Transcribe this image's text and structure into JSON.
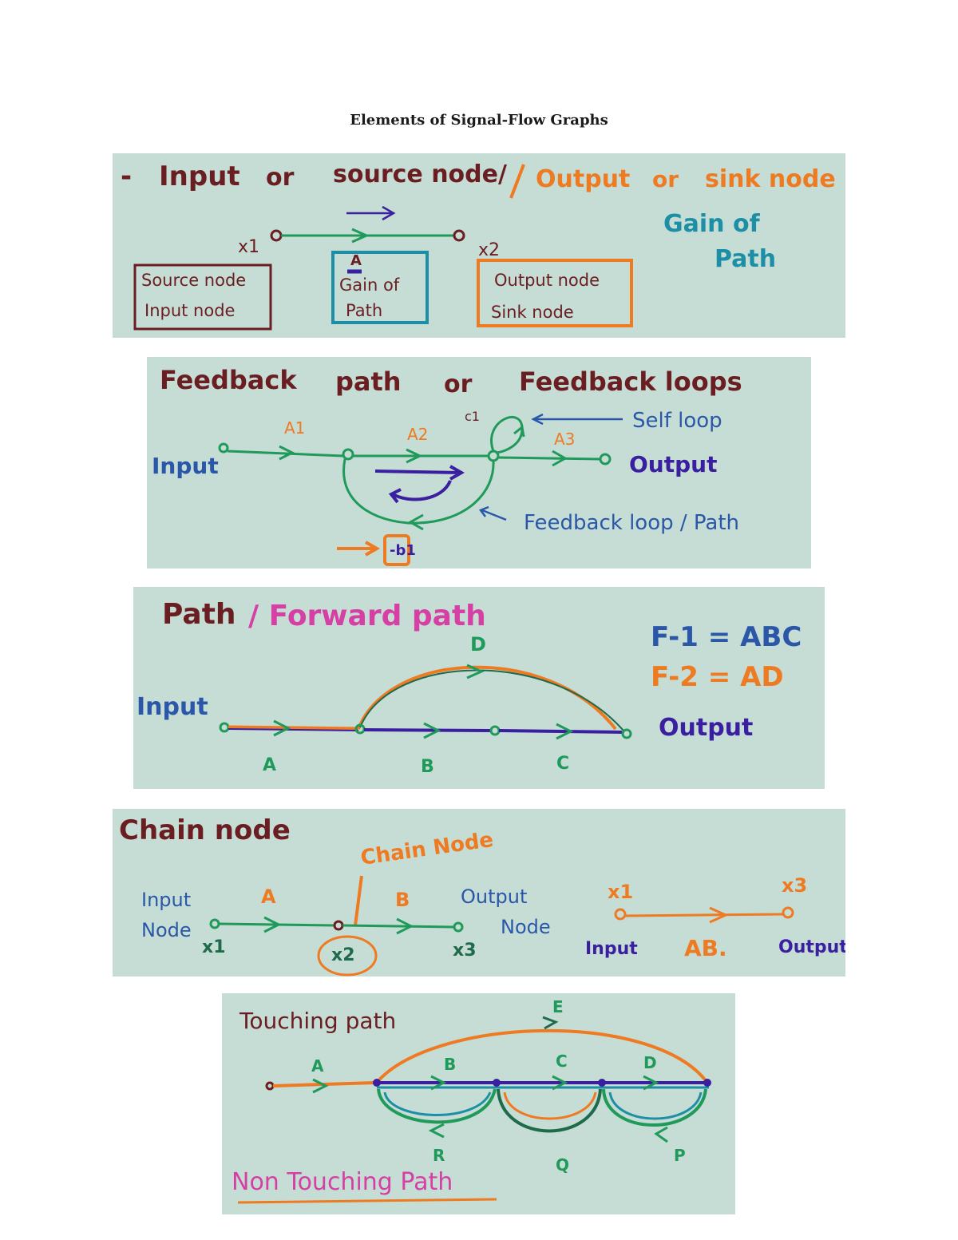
{
  "title": "Elements of Signal-Flow Graphs",
  "colors": {
    "board": "#c6ddd5",
    "maroon": "#6b1e22",
    "orange": "#ee7a22",
    "green": "#1f9a5a",
    "teal": "#1c8fa6",
    "blue": "#2a57a8",
    "purple": "#3a1fa0",
    "magenta": "#d63fa3"
  },
  "panel1": {
    "heading_dash": "-",
    "heading_input": "Input",
    "heading_or1": "or",
    "heading_source": "source node/",
    "heading_output": "Output",
    "heading_or2": "or",
    "heading_sink": "sink node",
    "x1": "x1",
    "x2": "x2",
    "gain_A": "A",
    "box_source_l1": "Source node",
    "box_source_l2": "Input node",
    "box_gain_l1": "Gain of",
    "box_gain_l2": "Path",
    "box_output_l1": "Output node",
    "box_output_l2": "Sink node",
    "gain_of": "Gain of",
    "path": "Path"
  },
  "panel2": {
    "heading_feedback": "Feedback",
    "heading_path": "path",
    "heading_or": "or",
    "heading_loops": "Feedback loops",
    "input": "Input",
    "output": "Output",
    "a1": "A1",
    "a2": "A2",
    "a3": "A3",
    "c1": "c1",
    "self_loop": "Self loop",
    "feedback_label": "Feedback loop / Path",
    "b1": "-b1"
  },
  "panel3": {
    "heading_path": "Path",
    "heading_forward": "/ Forward path",
    "input": "Input",
    "output": "Output",
    "label_d": "D",
    "label_a": "A",
    "label_b": "B",
    "label_c": "C",
    "f1": "F-1 = ABC",
    "f2": "F-2 = AD"
  },
  "panel4": {
    "heading": "Chain node",
    "chain_label": "Chain Node",
    "input_l1": "Input",
    "input_l2": "Node",
    "output_l1": "Output",
    "output_l2": "Node",
    "label_a": "A",
    "label_b": "B",
    "x1": "x1",
    "x2": "x2",
    "x3": "x3",
    "r_x1": "x1",
    "r_x3": "x3",
    "r_input": "Input",
    "r_ab": "AB.",
    "r_output": "Output"
  },
  "panel5": {
    "heading": "Touching path",
    "label_e": "E",
    "label_a": "A",
    "label_b": "B",
    "label_c": "C",
    "label_d": "D",
    "label_r": "R",
    "label_q": "Q",
    "label_p": "P",
    "non_touching": "Non Touching Path"
  }
}
